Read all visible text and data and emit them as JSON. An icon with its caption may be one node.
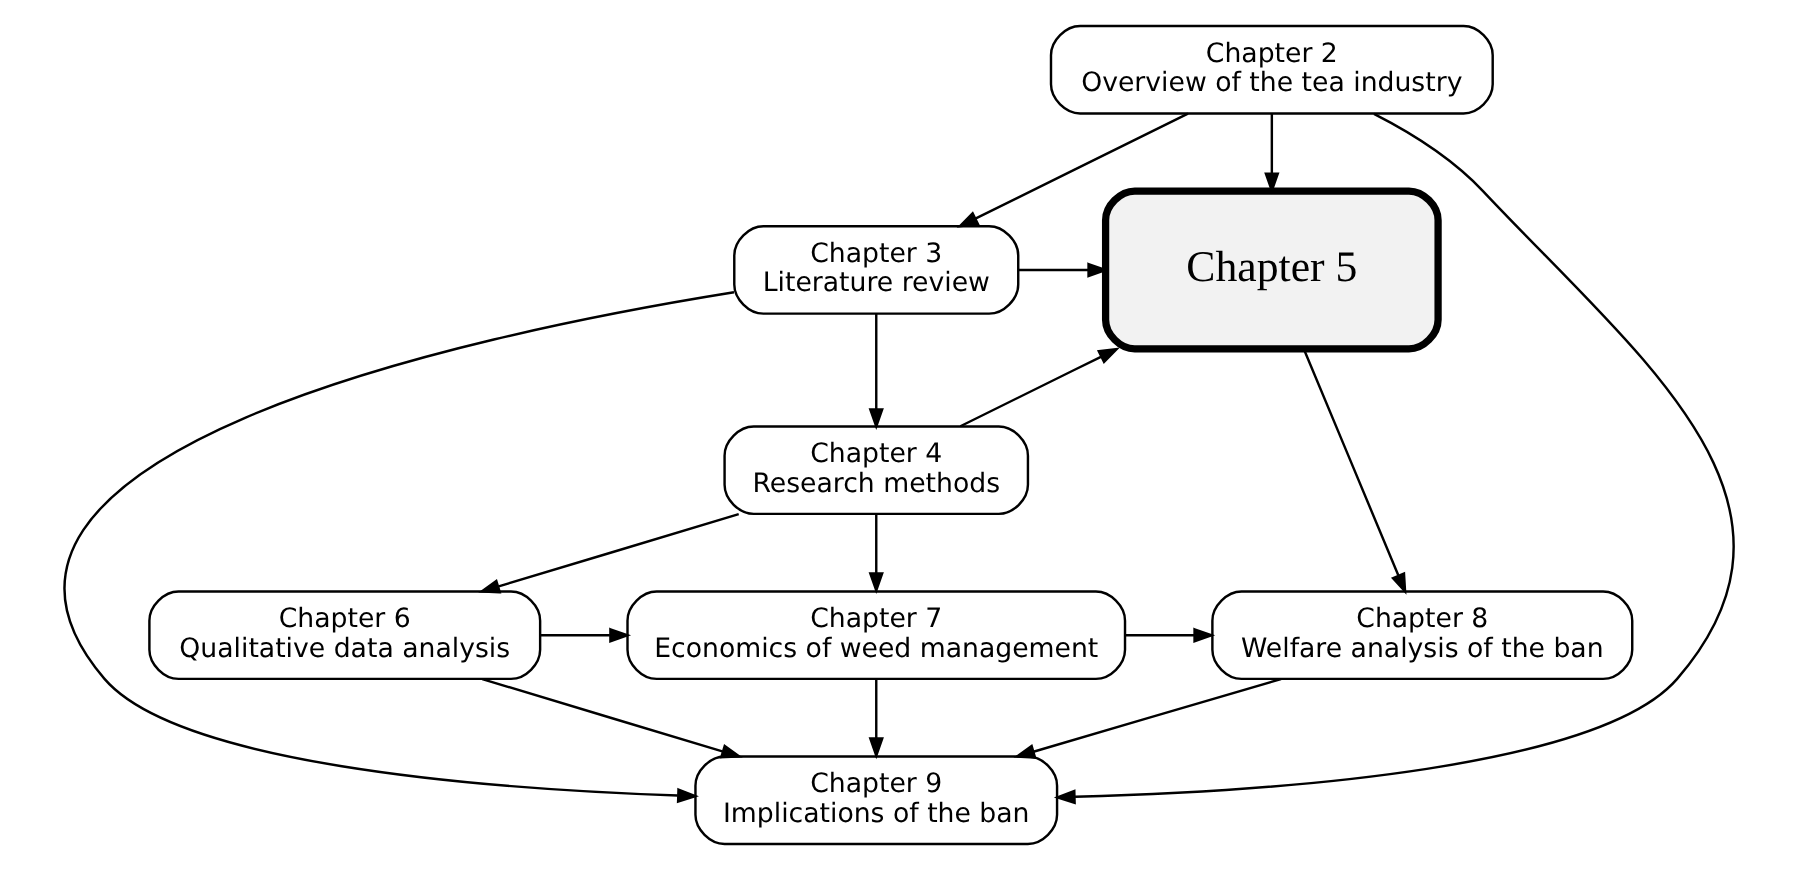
{
  "diagram": {
    "nodes": [
      {
        "text": [
          "Chapter 2",
          "Overview of the tea industry"
        ]
      },
      {
        "text": [
          "Chapter 3",
          "Literature review"
        ]
      },
      {
        "text": [
          "Chapter 5"
        ]
      },
      {
        "text": [
          "Chapter 4",
          "Research methods"
        ]
      },
      {
        "text": [
          "Chapter 6",
          "Qualitative data analysis"
        ]
      },
      {
        "text": [
          "Chapter 7",
          "Economics of weed management"
        ]
      },
      {
        "text": [
          "Chapter 8",
          "Welfare analysis of the ban"
        ]
      },
      {
        "text": [
          "Chapter 9",
          "Implications of the ban"
        ]
      }
    ],
    "edges": [
      {
        "from": 0,
        "to": 2,
        "arrow": "to"
      },
      {
        "from": 0,
        "to": 1,
        "arrow": "to"
      },
      {
        "from": 0,
        "to": 7,
        "arrow": "to"
      },
      {
        "from": 1,
        "to": 2,
        "arrow": "to"
      },
      {
        "from": 1,
        "to": 3,
        "arrow": "to"
      },
      {
        "from": 1,
        "to": 7,
        "arrow": "to"
      },
      {
        "from": 3,
        "to": 2,
        "arrow": "to"
      },
      {
        "from": 3,
        "to": 4,
        "arrow": "to"
      },
      {
        "from": 3,
        "to": 5,
        "arrow": "to"
      },
      {
        "from": 2,
        "to": 6,
        "arrow": "to"
      },
      {
        "from": 4,
        "to": 5,
        "arrow": "to"
      },
      {
        "from": 5,
        "to": 6,
        "arrow": "to"
      },
      {
        "from": 4,
        "to": 7,
        "arrow": "to"
      },
      {
        "from": 5,
        "to": 7,
        "arrow": "to"
      },
      {
        "from": 6,
        "to": 7,
        "arrow": "to"
      }
    ]
  }
}
